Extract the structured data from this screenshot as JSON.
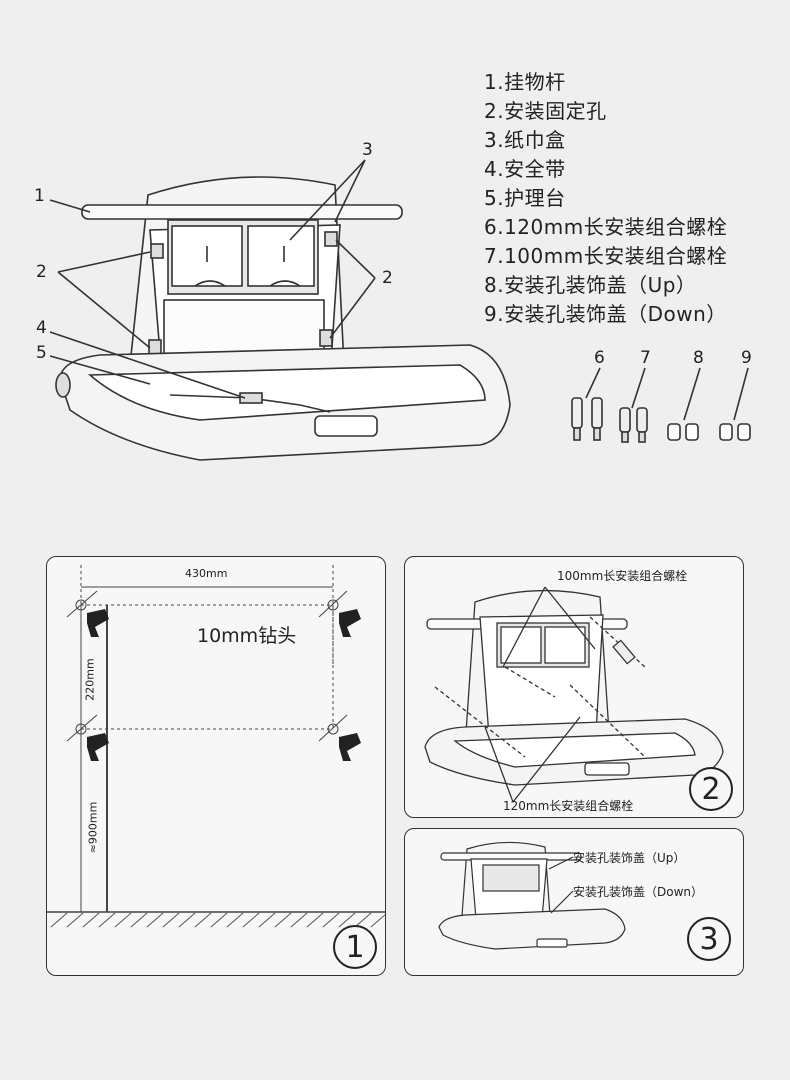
{
  "legend": [
    "1.挂物杆",
    "2.安装固定孔",
    "3.纸巾盒",
    "4.安全带",
    "5.护理台",
    "6.120mm长安装组合螺栓",
    "7.100mm长安装组合螺栓",
    "8.安装孔装饰盖（Up）",
    "9.安装孔装饰盖（Down）"
  ],
  "callouts": {
    "c1": "1",
    "c2a": "2",
    "c2b": "2",
    "c3": "3",
    "c4": "4",
    "c5": "5",
    "c6": "6",
    "c7": "7",
    "c8": "8",
    "c9": "9"
  },
  "step1": {
    "width_label": "430mm",
    "drill_label": "10mm钻头",
    "height_label": "220mm",
    "floor_label": "≈900mm",
    "step_number": "1"
  },
  "step2": {
    "top_label": "100mm长安装组合螺栓",
    "bottom_label": "120mm长安装组合螺栓",
    "step_number": "2"
  },
  "step3": {
    "cover_up_label": "安装孔装饰盖（Up）",
    "cover_down_label": "安装孔装饰盖（Down）",
    "step_number": "3"
  }
}
